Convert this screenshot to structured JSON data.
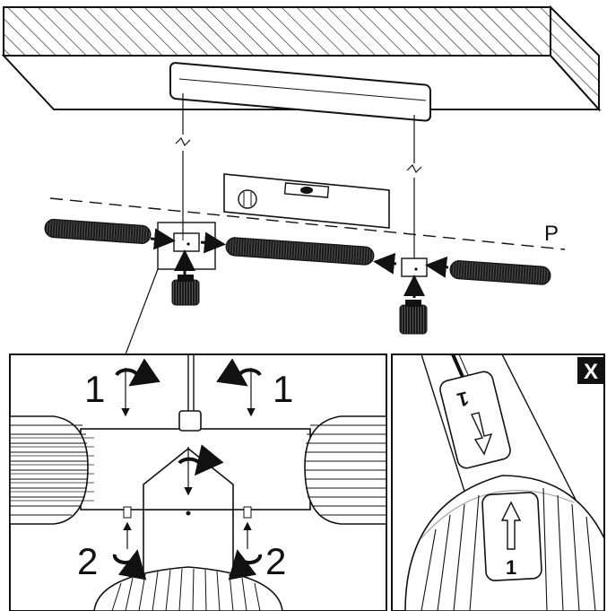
{
  "labels": {
    "plane_label": "P",
    "step_one": "1",
    "step_two": "2",
    "detail_x": "X",
    "tag_top": "1",
    "tag_bottom": "1"
  },
  "colors": {
    "ink": "#111111",
    "paper": "#ffffff",
    "badge": "#111111"
  }
}
